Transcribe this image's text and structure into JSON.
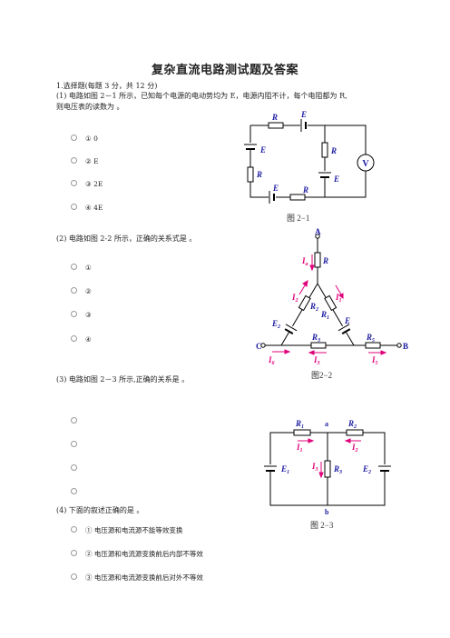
{
  "title": "复杂直流电路测试题及答案",
  "section": "1.选择题(每题 3 分，共 12 分)",
  "q1": {
    "line1": "(1)  电路如图 2－1 所示，已知每个电源的电动势均为 E，电源内阻不计，每个电阻都为 R,",
    "line2": "则电压表的读数为          。",
    "options": [
      "① 0",
      "② E",
      "③ 2E",
      "④ 4E"
    ],
    "figure_caption": "图 2−1",
    "labels": {
      "R": "R",
      "E": "E",
      "V": "V"
    }
  },
  "q2": {
    "text": "(2)  电路如图 2-2 所示，正确的关系式是          。",
    "options": [
      "①",
      "②",
      "③",
      "④"
    ],
    "figure_caption": "图2−2",
    "labels": {
      "A": "A",
      "B": "B",
      "C": "C",
      "R": "R",
      "R1": "R",
      "R1_sub": "1",
      "R2": "R",
      "R2_sub": "2",
      "R3": "R",
      "R3_sub": "3",
      "R5": "R",
      "R5_sub": "5",
      "E": "E",
      "E2": "E",
      "E2_sub": "2",
      "I": "I",
      "Ia": "a",
      "I1": "1",
      "I2": "2",
      "I3": "3",
      "I5": "5",
      "I6": "6"
    }
  },
  "q3": {
    "text": "(3)  电路如图 2－3 所示,正确的关系是          。",
    "options": [
      "",
      "",
      "",
      ""
    ],
    "figure_caption": "图  2−3",
    "labels": {
      "a": "a",
      "b": "b",
      "R": "R",
      "E": "E",
      "I": "I",
      "s1": "1",
      "s2": "2",
      "s3": "3"
    }
  },
  "q4": {
    "text": "(4)  下面的叙述正确的是          。",
    "options": [
      "① 电压源和电流源不能等效变换",
      "② 电压源和电流源变换前后内部不等效",
      "③ 电压源和电流源变换前后对外不等效"
    ]
  },
  "colors": {
    "text": "#222222",
    "label_blue": "#1a1aa0",
    "current_magenta": "#e0007a",
    "wire": "#000000"
  }
}
